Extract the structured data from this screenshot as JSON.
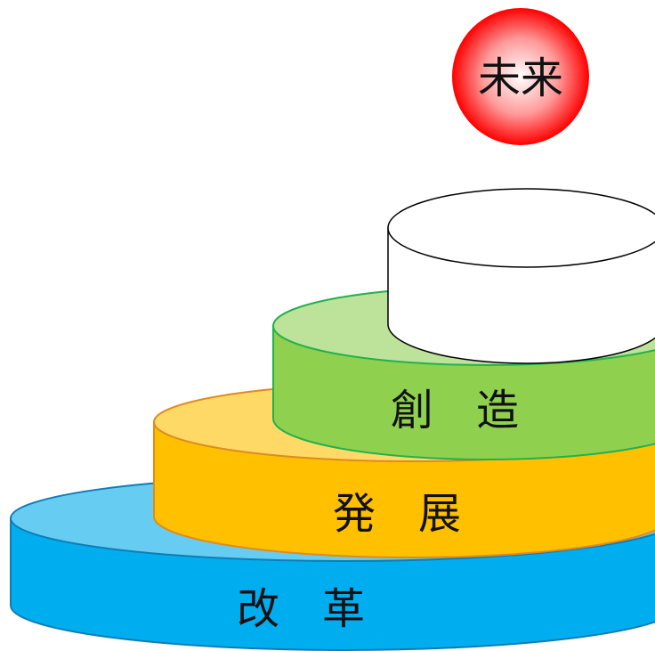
{
  "diagram": {
    "tiers": [
      {
        "label": "改　革",
        "top_color": "#66ccf2",
        "side_color": "#00aeef",
        "stroke": "#0f7db5"
      },
      {
        "label": "発　展",
        "top_color": "#ffd966",
        "side_color": "#ffc000",
        "stroke": "#e08a1e"
      },
      {
        "label": "創　造",
        "top_color": "#bde29a",
        "side_color": "#8fd14f",
        "stroke": "#22b14c"
      },
      {
        "label": "",
        "top_color": "#ffffff",
        "side_color": "#ffffff",
        "stroke": "#000000"
      }
    ],
    "future_label": "未来",
    "future_colors": {
      "center": "#ffffff",
      "edge": "#ff0000"
    }
  }
}
